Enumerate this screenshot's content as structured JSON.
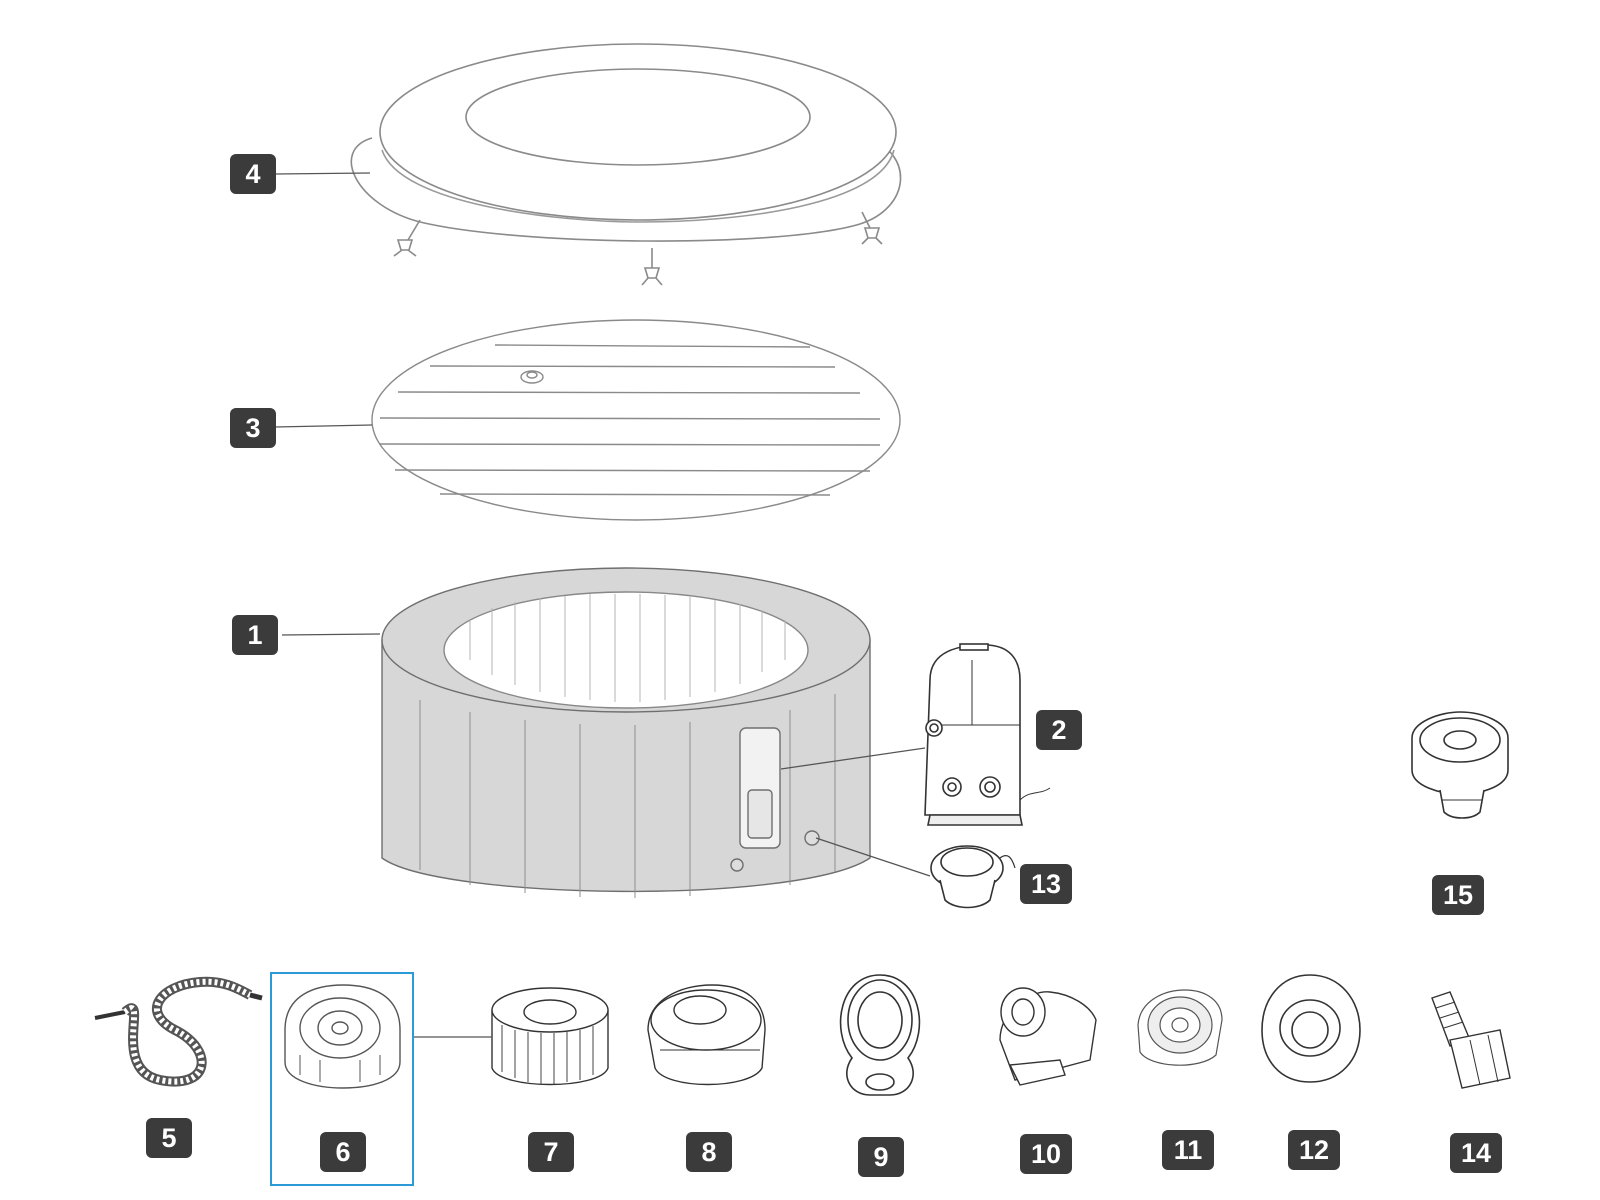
{
  "diagram": {
    "selected_part": "6",
    "highlight_color": "#2a9bd6",
    "badge_color": "#3b3b3b",
    "parts": [
      {
        "id": "4",
        "label": "4",
        "item": "cover"
      },
      {
        "id": "3",
        "label": "3",
        "item": "floor-protector"
      },
      {
        "id": "1",
        "label": "1",
        "item": "spa-body"
      },
      {
        "id": "2",
        "label": "2",
        "item": "pump"
      },
      {
        "id": "13",
        "label": "13",
        "item": "drain-valve"
      },
      {
        "id": "15",
        "label": "15",
        "item": "connector"
      },
      {
        "id": "5",
        "label": "5",
        "item": "hose"
      },
      {
        "id": "6",
        "label": "6",
        "item": "filter-housing"
      },
      {
        "id": "7",
        "label": "7",
        "item": "filter-cartridge"
      },
      {
        "id": "8",
        "label": "8",
        "item": "strainer-cap"
      },
      {
        "id": "9",
        "label": "9",
        "item": "valve-cap"
      },
      {
        "id": "10",
        "label": "10",
        "item": "inflation-adapter"
      },
      {
        "id": "11",
        "label": "11",
        "item": "strainer"
      },
      {
        "id": "12",
        "label": "12",
        "item": "ring-nut"
      },
      {
        "id": "14",
        "label": "14",
        "item": "hose-adapter"
      }
    ]
  }
}
